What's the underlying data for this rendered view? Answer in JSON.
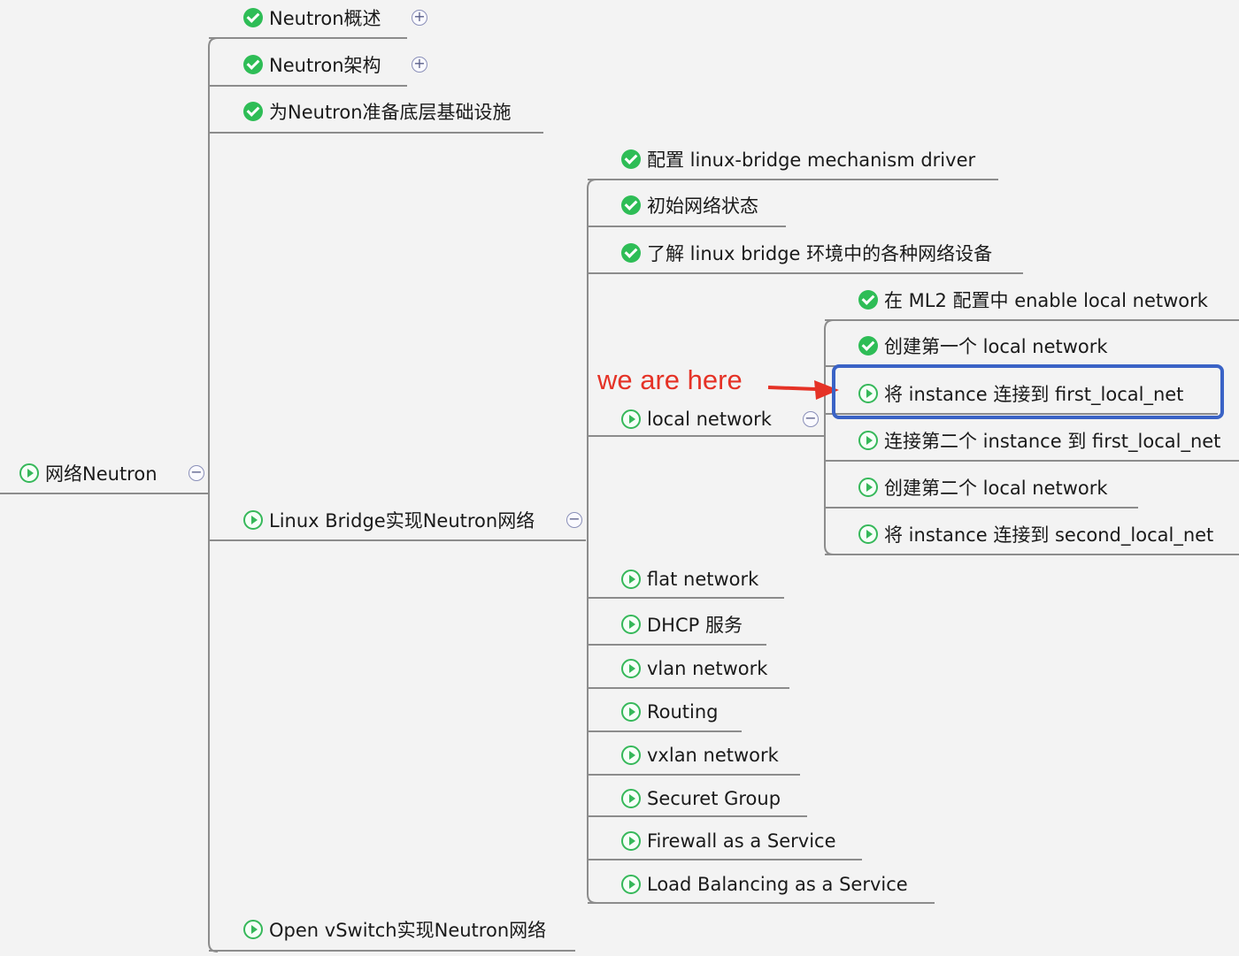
{
  "root": {
    "label": "网络Neutron",
    "status": "todo",
    "toggle": "−"
  },
  "topics": [
    {
      "label": "Neutron概述",
      "status": "done",
      "toggle": "+"
    },
    {
      "label": "Neutron架构",
      "status": "done",
      "toggle": "+"
    },
    {
      "label": "为Neutron准备底层基础设施",
      "status": "done"
    },
    {
      "label": "Linux Bridge实现Neutron网络",
      "status": "todo",
      "toggle": "−"
    },
    {
      "label": "Open vSwitch实现Neutron网络",
      "status": "todo"
    }
  ],
  "linux_bridge_children": [
    {
      "label": "配置 linux-bridge mechanism driver",
      "status": "done"
    },
    {
      "label": "初始网络状态",
      "status": "done"
    },
    {
      "label": "了解 linux bridge 环境中的各种网络设备",
      "status": "done"
    },
    {
      "label": "local network",
      "status": "todo",
      "toggle": "−"
    },
    {
      "label": "flat network",
      "status": "todo"
    },
    {
      "label": "DHCP 服务",
      "status": "todo"
    },
    {
      "label": "vlan network",
      "status": "todo"
    },
    {
      "label": "Routing",
      "status": "todo"
    },
    {
      "label": "vxlan network",
      "status": "todo"
    },
    {
      "label": "Securet Group",
      "status": "todo"
    },
    {
      "label": "Firewall as a Service",
      "status": "todo"
    },
    {
      "label": "Load Balancing as a Service",
      "status": "todo"
    }
  ],
  "local_network_children": [
    {
      "label": "在 ML2 配置中 enable local network",
      "status": "done"
    },
    {
      "label": "创建第一个 local network",
      "status": "done"
    },
    {
      "label": "将 instance 连接到 first_local_net",
      "status": "todo",
      "highlighted": true
    },
    {
      "label": "连接第二个 instance 到 first_local_net",
      "status": "todo"
    },
    {
      "label": "创建第二个 local network",
      "status": "todo"
    },
    {
      "label": "将 instance 连接到 second_local_net",
      "status": "todo"
    }
  ],
  "annotation": {
    "text": "we are here",
    "color": "#e53226"
  },
  "colors": {
    "done": "#2ebd56",
    "todo": "#36b85a",
    "line": "#8c8c8c",
    "highlight": "#3a63c6"
  }
}
